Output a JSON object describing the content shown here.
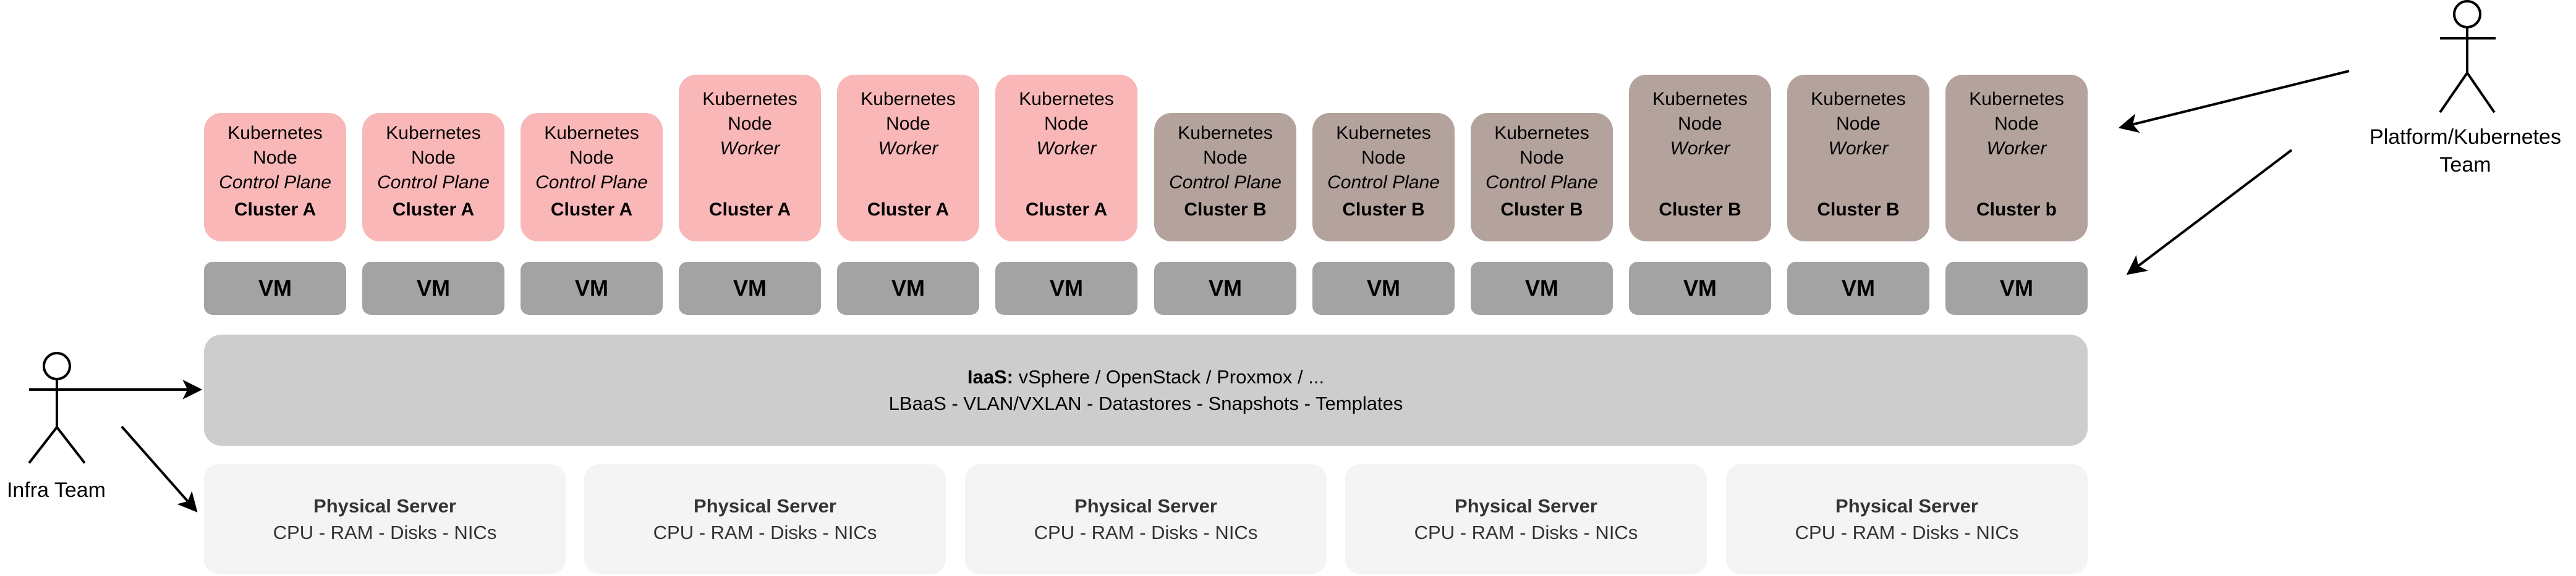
{
  "nodes": [
    {
      "line1": "Kubernetes",
      "line2": "Node",
      "role": "Control Plane",
      "cluster": "Cluster A",
      "variant": "control",
      "color": "cluster_a"
    },
    {
      "line1": "Kubernetes",
      "line2": "Node",
      "role": "Control Plane",
      "cluster": "Cluster A",
      "variant": "control",
      "color": "cluster_a"
    },
    {
      "line1": "Kubernetes",
      "line2": "Node",
      "role": "Control Plane",
      "cluster": "Cluster A",
      "variant": "control",
      "color": "cluster_a"
    },
    {
      "line1": "Kubernetes",
      "line2": "Node",
      "role": "Worker",
      "cluster": "Cluster A",
      "variant": "worker",
      "color": "cluster_a"
    },
    {
      "line1": "Kubernetes",
      "line2": "Node",
      "role": "Worker",
      "cluster": "Cluster A",
      "variant": "worker",
      "color": "cluster_a"
    },
    {
      "line1": "Kubernetes",
      "line2": "Node",
      "role": "Worker",
      "cluster": "Cluster A",
      "variant": "worker",
      "color": "cluster_a"
    },
    {
      "line1": "Kubernetes",
      "line2": "Node",
      "role": "Control Plane",
      "cluster": "Cluster B",
      "variant": "control",
      "color": "cluster_b"
    },
    {
      "line1": "Kubernetes",
      "line2": "Node",
      "role": "Control Plane",
      "cluster": "Cluster B",
      "variant": "control",
      "color": "cluster_b"
    },
    {
      "line1": "Kubernetes",
      "line2": "Node",
      "role": "Control Plane",
      "cluster": "Cluster B",
      "variant": "control",
      "color": "cluster_b"
    },
    {
      "line1": "Kubernetes",
      "line2": "Node",
      "role": "Worker",
      "cluster": "Cluster B",
      "variant": "worker",
      "color": "cluster_b"
    },
    {
      "line1": "Kubernetes",
      "line2": "Node",
      "role": "Worker",
      "cluster": "Cluster B",
      "variant": "worker",
      "color": "cluster_b"
    },
    {
      "line1": "Kubernetes",
      "line2": "Node",
      "role": "Worker",
      "cluster": "Cluster b",
      "variant": "worker",
      "color": "cluster_b"
    }
  ],
  "vm_label": "VM",
  "iaas": {
    "title_bold": "IaaS:",
    "title_rest": " vSphere / OpenStack / Proxmox / ...",
    "line2": "LBaaS - VLAN/VXLAN - Datastores - Snapshots - Templates"
  },
  "physical_servers": [
    {
      "title": "Physical Server",
      "subtitle": "CPU - RAM - Disks - NICs"
    },
    {
      "title": "Physical Server",
      "subtitle": "CPU - RAM - Disks - NICs"
    },
    {
      "title": "Physical Server",
      "subtitle": "CPU - RAM - Disks - NICs"
    },
    {
      "title": "Physical Server",
      "subtitle": "CPU - RAM - Disks - NICs"
    },
    {
      "title": "Physical Server",
      "subtitle": "CPU - RAM - Disks - NICs"
    }
  ],
  "actors": {
    "infra": {
      "label_lines": [
        "Infra Team"
      ]
    },
    "platform": {
      "label_lines": [
        "Platform/Kubernetes",
        "Team"
      ]
    }
  },
  "colors": {
    "cluster_a": "#f9b7b7",
    "cluster_b": "#b4a29c",
    "vm": "#a3a3a3",
    "iaas": "#cdcdcd",
    "physical": "#f4f4f4"
  }
}
